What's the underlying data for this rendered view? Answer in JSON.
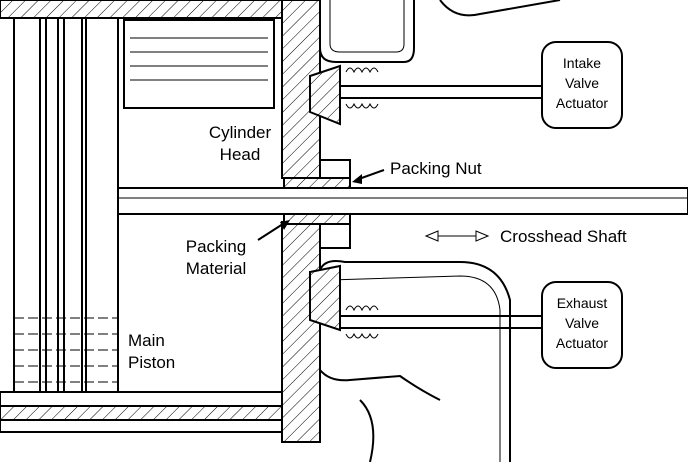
{
  "labels": {
    "cylinder_head": [
      "Cylinder",
      "Head"
    ],
    "packing_nut": "Packing Nut",
    "packing_material": [
      "Packing",
      "Material"
    ],
    "crosshead_shaft": "Crosshead Shaft",
    "main_piston": [
      "Main",
      "Piston"
    ],
    "intake_actuator": [
      "Intake",
      "Valve",
      "Actuator"
    ],
    "exhaust_actuator": [
      "Exhaust",
      "Valve",
      "Actuator"
    ]
  }
}
